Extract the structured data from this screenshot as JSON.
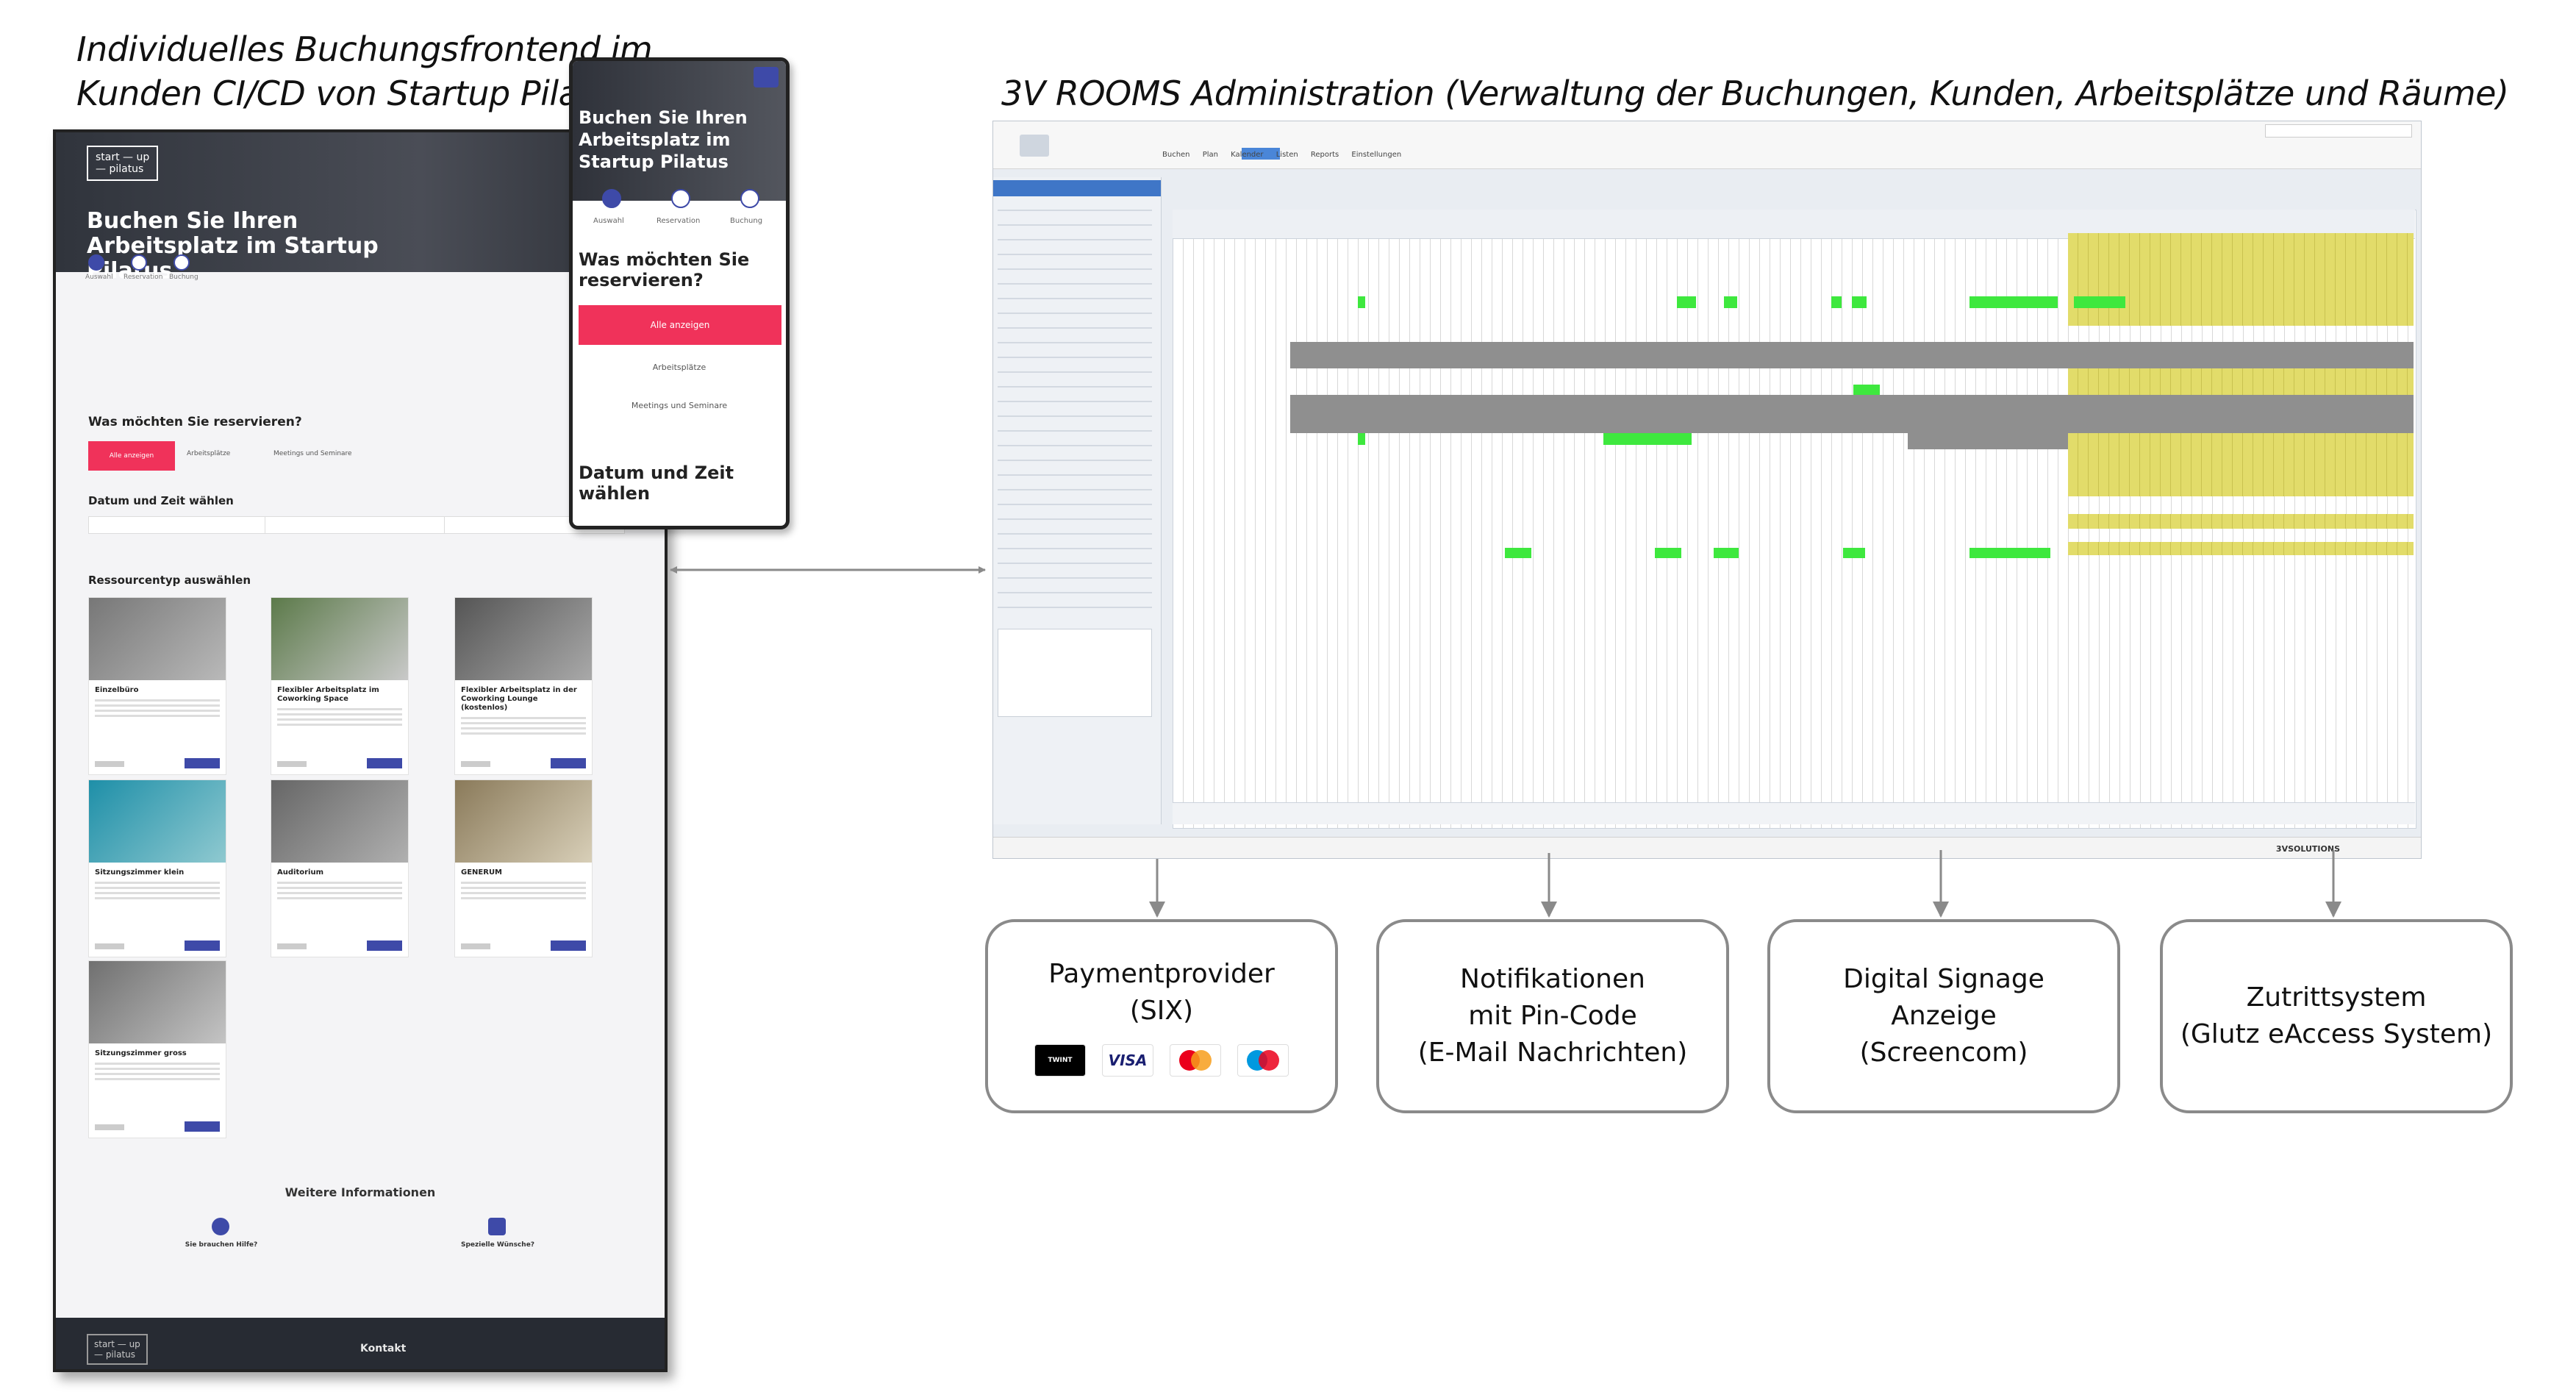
{
  "captions": {
    "frontend_line1": "Individuelles Buchungsfrontend im",
    "frontend_line2": "Kunden CI/CD von Startup Pilatus",
    "admin": "3V ROOMS Administration (Verwaltung der Buchungen, Kunden, Arbeitsplätze und Räume)"
  },
  "desktop": {
    "logo": "start — up\n— pilatus",
    "title": "Buchen Sie Ihren Arbeitsplatz im Startup Pilatus",
    "steps": [
      "Auswahl",
      "Reservation",
      "Buchung"
    ],
    "q_what": "Was möchten Sie reservieren?",
    "options": [
      "Alle anzeigen",
      "Arbeitsplätze",
      "Meetings und Seminare"
    ],
    "q_date": "Datum und Zeit wählen",
    "q_resource": "Ressourcentyp auswählen",
    "cards": [
      "Einzelbüro",
      "Flexibler Arbeitsplatz im Coworking Space",
      "Flexibler Arbeitsplatz in der Coworking Lounge (kostenlos)",
      "Sitzungszimmer klein",
      "Auditorium",
      "GENERUM",
      "Sitzungszimmer gross"
    ],
    "more_info": "Weitere Informationen",
    "help_title": "Sie brauchen Hilfe?",
    "wish_title": "Spezielle Wünsche?",
    "footer_title": "Kontakt"
  },
  "mobile": {
    "title": "Buchen Sie Ihren Arbeitsplatz im Startup Pilatus",
    "steps": [
      "Auswahl",
      "Reservation",
      "Buchung"
    ],
    "q_what": "Was möchten Sie reservieren?",
    "btn_all": "Alle anzeigen",
    "opt_work": "Arbeitsplätze",
    "opt_meet": "Meetings und Seminare",
    "q_date": "Datum und Zeit wählen"
  },
  "admin": {
    "nav": "Buchen Plan Kalender Listen Reports Einstellungen",
    "brand": "3VSOLUTIONS"
  },
  "boxes": {
    "payment": {
      "line1": "Paymentprovider",
      "line2": "(SIX)"
    },
    "notification": {
      "line1": "Notifikationen",
      "line2": "mit Pin-Code",
      "line3": "(E-Mail Nachrichten)"
    },
    "signage": {
      "line1": "Digital Signage",
      "line2": "Anzeige",
      "line3": "(Screencom)"
    },
    "access": {
      "line1": "Zutrittsystem",
      "line2": "(Glutz eAccess System)"
    }
  },
  "pay_logos": {
    "twint": "TWINT",
    "visa": "VISA"
  },
  "colors": {
    "accent_red": "#f0325a",
    "accent_blue": "#3e4aa8",
    "box_border": "#8a8a8a",
    "mc_red": "#eb001b",
    "mc_orange": "#f79e1b",
    "maestro_blue": "#0099df"
  }
}
